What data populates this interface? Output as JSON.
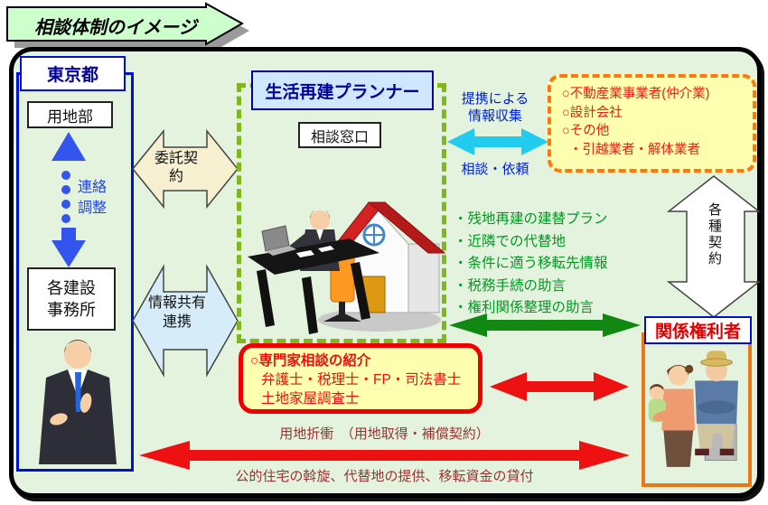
{
  "banner": {
    "title": "相談体制のイメージ"
  },
  "tokyo": {
    "header": "東京都",
    "land_dept": "用地部",
    "contact_line1": "連絡",
    "contact_line2": "調整",
    "office_line1": "各建設",
    "office_line2": "事務所"
  },
  "link_arrows": {
    "consignment": "委託契約",
    "info_share_line1": "情報共有",
    "info_share_line2": "連携"
  },
  "planner": {
    "title": "生活再建プランナー",
    "counter": "相談窓口"
  },
  "partners": {
    "collect_line1": "提携による",
    "collect_line2": "情報収集",
    "request": "相談・依頼",
    "box_line1": "○不動産業事業者(仲介業)",
    "box_line2": "○設計会社",
    "box_line3": "○その他",
    "box_line4": "・引越業者・解体業者"
  },
  "services": {
    "items": [
      "・残地再建の建替プラン",
      "・近隣での代替地",
      "・条件に適う移転先情報",
      "・税務手続の助言",
      "・権利関係整理の助言"
    ]
  },
  "contracts": {
    "label": "各種契約"
  },
  "stakeholders": {
    "label": "関係権利者"
  },
  "experts": {
    "line1": "○専門家相談の紹介",
    "line2": "弁護士・税理士・FP・司法書士",
    "line3": "土地家屋調査士"
  },
  "bottom": {
    "negotiation": "用地折衝　（用地取得・補償契約）",
    "support": "公的住宅の斡旋、代替地の提供、移転資金の貸付"
  },
  "colors": {
    "canvas_green": "#e4f3de",
    "banner_green": "#ccffcc",
    "frame_blue": "#0011cc",
    "navy_text": "#000099",
    "planner_blue": "#cfe7ff",
    "dotted_border": "#7fb71c",
    "cream_arrow": "#f6efd0",
    "lightblue_arrow": "#d6ecf8",
    "cyan_arrow": "#22ccee",
    "yellow_box": "#ffffb0",
    "orange_border": "#ff7711",
    "red_arrow": "#ee1111",
    "green_arrow": "#118811",
    "green_text": "#009922",
    "maroon_text": "#993333",
    "red_text": "#e81010"
  }
}
